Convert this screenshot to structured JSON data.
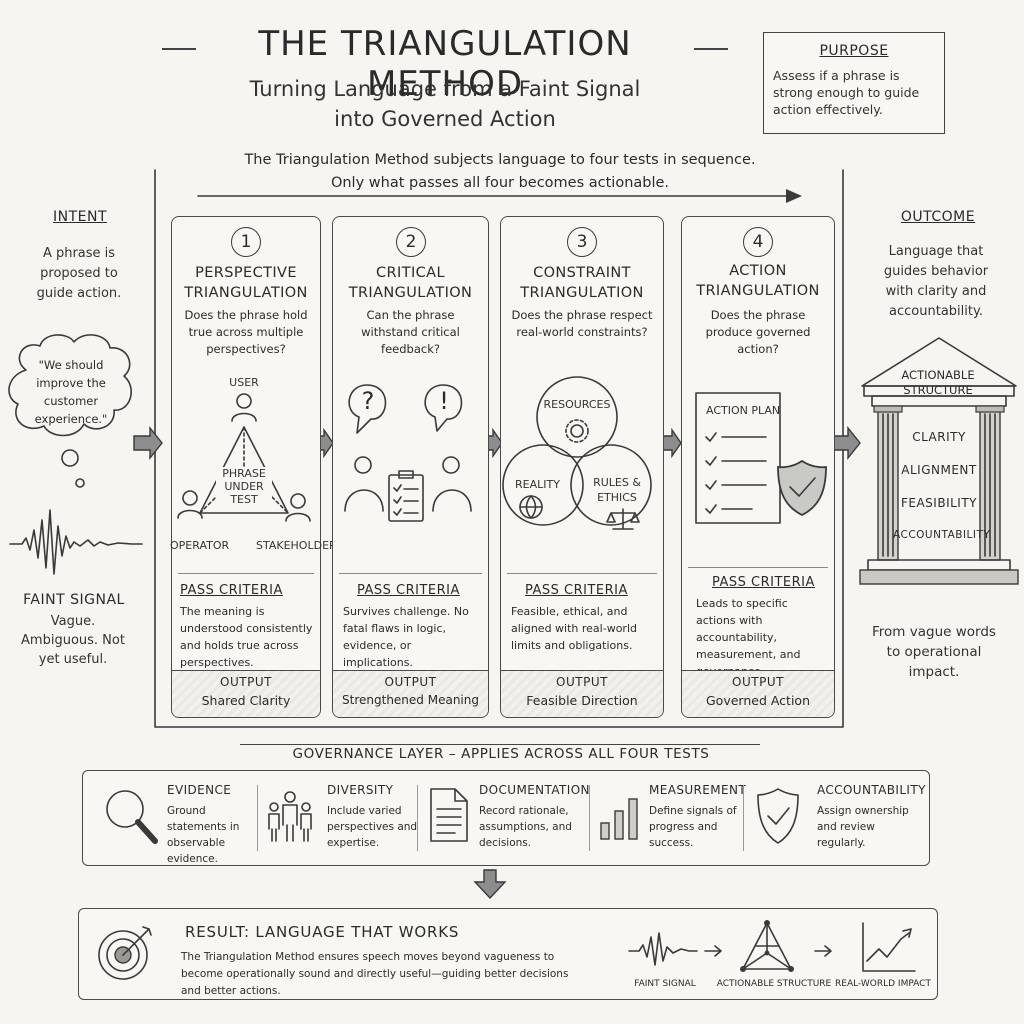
{
  "header": {
    "title": "THE TRIANGULATION METHOD",
    "subtitle_line1": "Turning Language from a Faint Signal",
    "subtitle_line2": "into Governed Action"
  },
  "purpose": {
    "heading": "PURPOSE",
    "text": "Assess if a phrase is strong enough to guide action effectively."
  },
  "intro": {
    "line1": "The Triangulation Method subjects language to four tests in sequence.",
    "line2": "Only what passes all four becomes actionable."
  },
  "intent": {
    "heading": "INTENT",
    "text": "A phrase is proposed to guide action.",
    "quote": "\"We should improve the customer experience.\"",
    "signal_heading": "FAINT SIGNAL",
    "signal_text": "Vague. Ambiguous. Not yet useful."
  },
  "outcome": {
    "heading": "OUTCOME",
    "text": "Language that guides behavior with clarity and accountability.",
    "building_title": "ACTIONABLE STRUCTURE",
    "pillars": [
      "CLARITY",
      "ALIGNMENT",
      "FEASIBILITY",
      "ACCOUNTABILITY"
    ],
    "footer": "From vague words to operational impact."
  },
  "stages": [
    {
      "number": "1",
      "title": "PERSPECTIVE TRIANGULATION",
      "question": "Does the phrase hold true across multiple perspectives?",
      "labels": [
        "USER",
        "PHRASE UNDER TEST",
        "OPERATOR",
        "STAKEHOLDER"
      ],
      "pass_heading": "PASS CRITERIA",
      "pass_text": "The meaning is understood consistently and holds true across perspectives.",
      "output_heading": "OUTPUT",
      "output_text": "Shared Clarity"
    },
    {
      "number": "2",
      "title": "CRITICAL TRIANGULATION",
      "question": "Can the phrase withstand critical feedback?",
      "labels": [
        "?",
        "!"
      ],
      "pass_heading": "PASS CRITERIA",
      "pass_text": "Survives challenge. No fatal flaws in logic, evidence, or implications.",
      "output_heading": "OUTPUT",
      "output_text": "Strengthened Meaning"
    },
    {
      "number": "3",
      "title": "CONSTRAINT TRIANGULATION",
      "question": "Does the phrase respect real-world constraints?",
      "labels": [
        "RESOURCES",
        "REALITY",
        "RULES & ETHICS"
      ],
      "pass_heading": "PASS CRITERIA",
      "pass_text": "Feasible, ethical, and aligned with real-world limits and obligations.",
      "output_heading": "OUTPUT",
      "output_text": "Feasible Direction"
    },
    {
      "number": "4",
      "title": "ACTION TRIANGULATION",
      "question": "Does the phrase produce governed action?",
      "labels": [
        "ACTION PLAN"
      ],
      "pass_heading": "PASS CRITERIA",
      "pass_text": "Leads to specific actions with accountability, measurement, and governance.",
      "output_heading": "OUTPUT",
      "output_text": "Governed Action"
    }
  ],
  "governance": {
    "heading": "GOVERNANCE LAYER – APPLIES ACROSS ALL FOUR TESTS",
    "items": [
      {
        "icon": "magnifier-icon",
        "title": "EVIDENCE",
        "text": "Ground statements in observable evidence."
      },
      {
        "icon": "people-icon",
        "title": "DIVERSITY",
        "text": "Include varied perspectives and expertise."
      },
      {
        "icon": "document-icon",
        "title": "DOCUMENTATION",
        "text": "Record rationale, assumptions, and decisions."
      },
      {
        "icon": "bar-chart-icon",
        "title": "MEASUREMENT",
        "text": "Define signals of progress and success."
      },
      {
        "icon": "shield-check-icon",
        "title": "ACCOUNTABILITY",
        "text": "Assign ownership and review regularly."
      }
    ]
  },
  "result": {
    "heading": "RESULT: LANGUAGE THAT WORKS",
    "text": "The Triangulation Method ensures speech moves beyond vagueness to become operationally sound and directly useful—guiding better decisions and better actions.",
    "flow": [
      "FAINT SIGNAL",
      "ACTIONABLE STRUCTURE",
      "REAL-WORLD IMPACT"
    ]
  }
}
